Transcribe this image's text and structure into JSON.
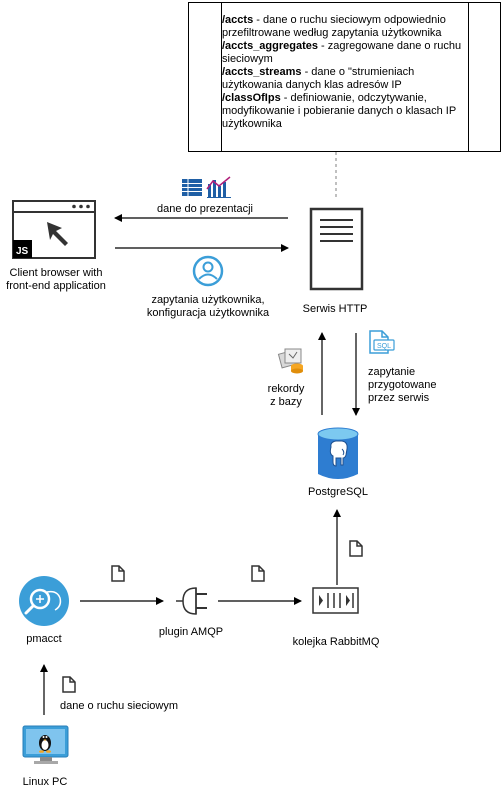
{
  "api_box": {
    "entries": [
      {
        "path": "/accts",
        "desc": " - dane o ruchu sieciowym odpowiednio przefiltrowane według zapytania użytkownika"
      },
      {
        "path": "/accts_aggregates",
        "desc": " - zagregowane dane o ruchu sieciowym"
      },
      {
        "path": "/accts_streams",
        "desc": " - dane o \"strumieniach użytkowania danych klas adresów IP"
      },
      {
        "path": "/classOfIps",
        "desc": " - definiowanie, odczytywanie, modyfikowanie i pobieranie danych o klasach IP użytkownika"
      }
    ]
  },
  "labels": {
    "client": "Client browser with\nfront-end application",
    "server": "Serwis HTTP",
    "data_to_present": "dane do prezentacji",
    "user_queries": "zapytania użytkownika,\nkonfiguracja użytkownika",
    "db_records": "rekordy\nz bazy",
    "prepared_query": "zapytanie\nprzygotowane\nprzez serwis",
    "postgres": "PostgreSQL",
    "pmacct": "pmacct",
    "amqp": "plugin AMQP",
    "rabbitmq": "kolejka RabbitMQ",
    "traffic_data": "dane o ruchu sieciowym",
    "linux_pc": "Linux PC",
    "js_badge": "JS",
    "sql_badge": "SQL"
  },
  "colors": {
    "azure_blue": "#0078d4",
    "light_blue": "#3b9ed8",
    "db_blue": "#2e7dd1",
    "db_cap": "#7cc9f0",
    "line": "#000000",
    "dashed": "#808080"
  },
  "icons": [
    "window-icon",
    "cursor-icon",
    "js-badge-icon",
    "server-icon",
    "table-icon",
    "chart-icon",
    "user-icon",
    "sql-file-icon",
    "records-icon",
    "database-icon",
    "pmacct-icon",
    "plug-icon",
    "queue-icon",
    "document-icon",
    "linux-monitor-icon"
  ]
}
